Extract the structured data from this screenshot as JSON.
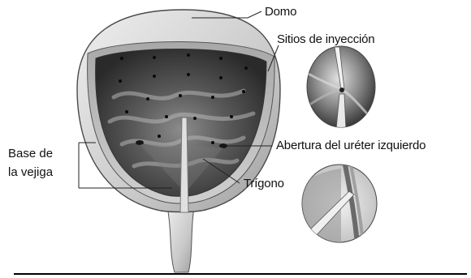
{
  "labels": {
    "dome": "Domo",
    "injection_sites": "Sitios de inyección",
    "left_ureter_opening": "Abertura del uréter izquierdo",
    "trigone": "Trígono",
    "bladder_base_line1": "Base de",
    "bladder_base_line2": "la vejiga"
  },
  "colors": {
    "outer_wall": "#d9d9d9",
    "muscle_layer": "#b8b8b8",
    "interior_dark": "#3a3a3a",
    "interior_light": "#9a9a9a",
    "injection_dot": "#0a0a0a",
    "needle": "#cfcfcf",
    "leader_line": "#222222"
  },
  "icons": {
    "injection_closeup": "needle-in-tissue-icon",
    "wall_crosssection": "needle-through-wall-icon"
  }
}
